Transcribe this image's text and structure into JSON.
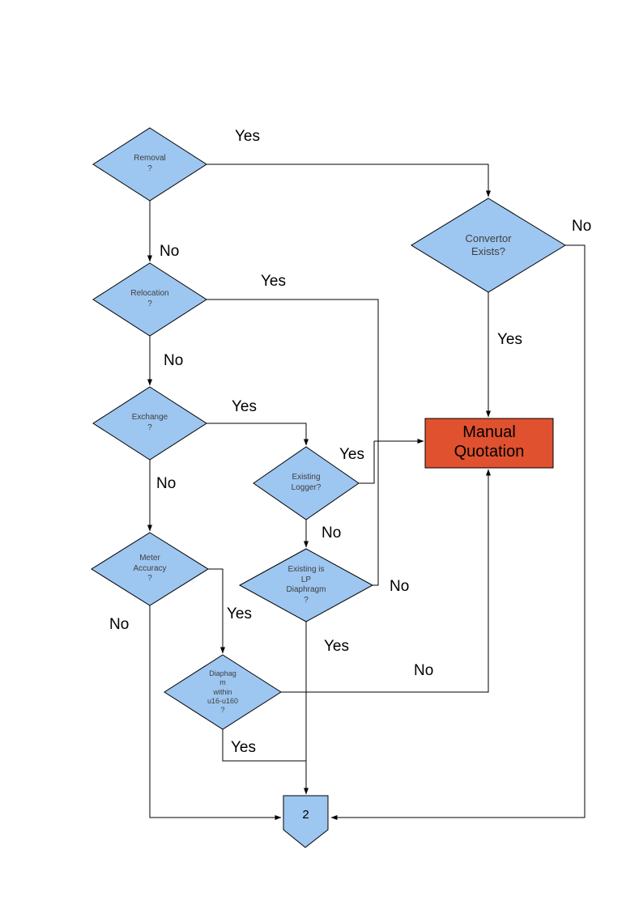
{
  "colors": {
    "node_fill": "#9DC6F0",
    "node_border": "#000000",
    "process_fill": "#E0512F",
    "process_border": "#000000",
    "line": "#000000"
  },
  "nodes": {
    "removal": {
      "lines": [
        "Removal",
        "?"
      ]
    },
    "convertor": {
      "lines": [
        "Convertor",
        "Exists?"
      ]
    },
    "relocation": {
      "lines": [
        "Relocation",
        "?"
      ]
    },
    "exchange": {
      "lines": [
        "Exchange",
        "?"
      ]
    },
    "existing_logger": {
      "lines": [
        "Existing",
        "Logger?"
      ]
    },
    "meter_accuracy": {
      "lines": [
        "Meter",
        "Accuracy",
        "?"
      ]
    },
    "existing_lp": {
      "lines": [
        "Existing is",
        "LP",
        "Diaphragm",
        "?"
      ]
    },
    "diaphragm_range": {
      "lines": [
        "Diaphag",
        "m",
        "within",
        "u16-u160",
        "?"
      ]
    },
    "manual_quotation": {
      "lines": [
        "Manual",
        "Quotation"
      ]
    },
    "connector_2": {
      "label": "2"
    }
  },
  "edge_labels": {
    "removal_yes": "Yes",
    "removal_no": "No",
    "convertor_no": "No",
    "convertor_yes": "Yes",
    "relocation_yes": "Yes",
    "relocation_no": "No",
    "exchange_yes": "Yes",
    "exchange_no": "No",
    "logger_yes": "Yes",
    "logger_no": "No",
    "lp_no": "No",
    "lp_yes": "Yes",
    "meter_yes": "Yes",
    "meter_no": "No",
    "diaphragm_no": "No",
    "diaphragm_yes": "Yes"
  }
}
